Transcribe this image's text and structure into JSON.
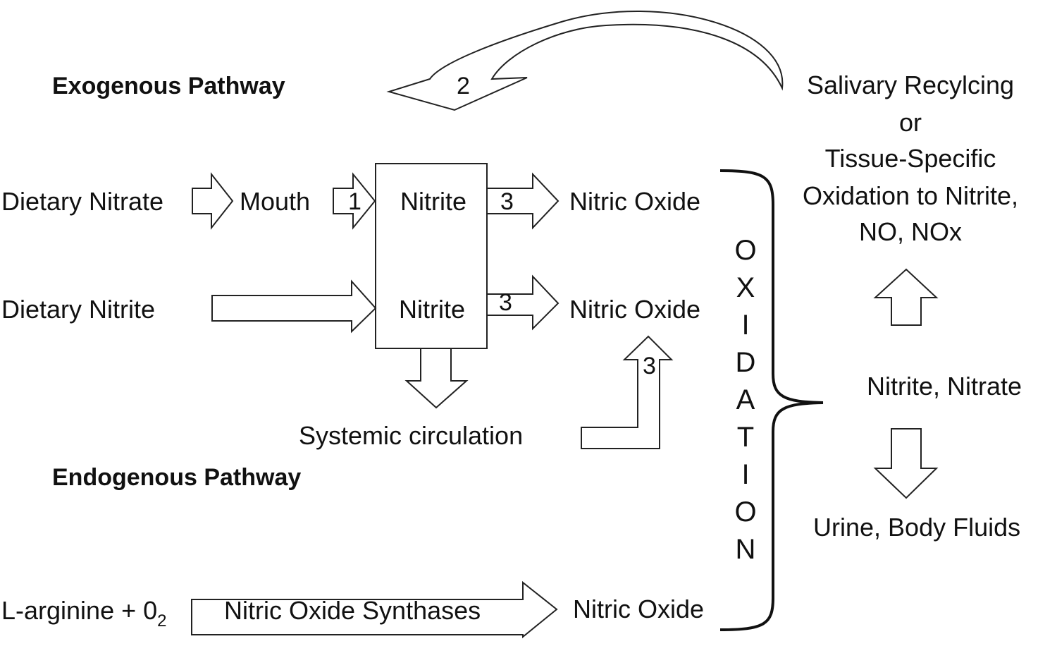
{
  "pathways": {
    "exogenous": "Exogenous Pathway",
    "endogenous": "Endogenous Pathway"
  },
  "sources": {
    "dietary_nitrate": "Dietary Nitrate",
    "mouth": "Mouth",
    "dietary_nitrite": "Dietary Nitrite",
    "l_arginine": "L-arginine + 0",
    "l_arginine_sub": "2",
    "systemic_circulation": "Systemic circulation"
  },
  "box": {
    "nitrite_top": "Nitrite",
    "nitrite_bottom": "Nitrite"
  },
  "products": {
    "nitric_oxide_1": "Nitric Oxide",
    "nitric_oxide_2": "Nitric Oxide",
    "nitric_oxide_3": "Nitric Oxide"
  },
  "arrows": {
    "step_1": "1",
    "step_2": "2",
    "step_3a": "3",
    "step_3b": "3",
    "step_3c": "3",
    "enzyme": "Nitric Oxide Synthases"
  },
  "oxidation": {
    "letters": [
      "O",
      "X",
      "I",
      "D",
      "A",
      "T",
      "I",
      "O",
      "N"
    ]
  },
  "fate": {
    "recycling_lines": [
      "Salivary Recylcing",
      "or",
      "Tissue-Specific",
      "Oxidation to Nitrite,",
      "NO, NOx"
    ],
    "nitrite_nitrate": "Nitrite,  Nitrate",
    "urine": "Urine, Body Fluids"
  }
}
